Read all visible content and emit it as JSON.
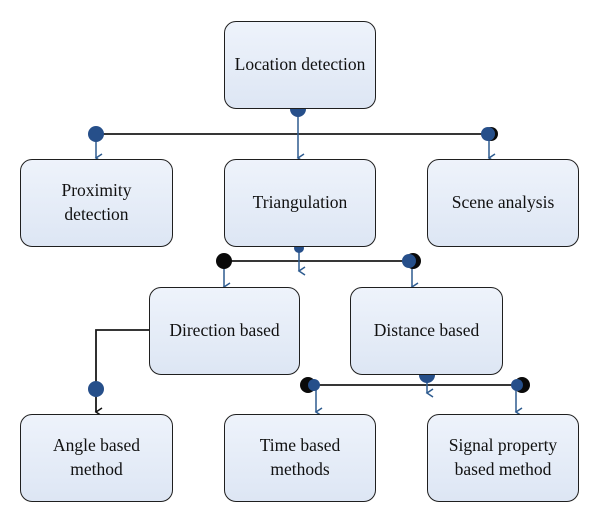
{
  "nodes": {
    "location_detection": "Location detection",
    "proximity_detection": "Proximity\ndetection",
    "triangulation": "Triangulation",
    "scene_analysis": "Scene analysis",
    "direction_based": "Direction based",
    "distance_based": "Distance based",
    "angle_based_method": "Angle based\nmethod",
    "time_based_methods": "Time based\nmethods",
    "signal_property_based_method": "Signal property\nbased method"
  },
  "colors": {
    "box_fill_top": "#eef3fb",
    "box_fill_bottom": "#dde6f4",
    "box_border": "#1f1f1f",
    "arrow": "#2e5b8f",
    "dot_blue": "#264f8a",
    "dot_black": "#0a0a0a",
    "line": "#1a1a1a"
  }
}
